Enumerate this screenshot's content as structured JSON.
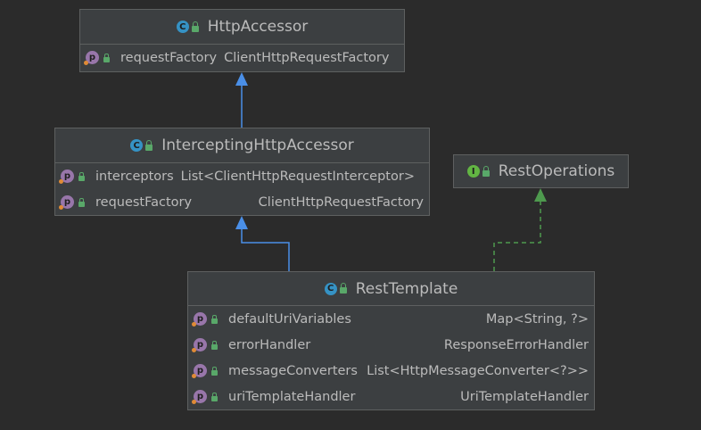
{
  "classes": [
    {
      "name": "HttpAccessor",
      "kind": "class",
      "fields": [
        {
          "name": "requestFactory",
          "type": "ClientHttpRequestFactory"
        }
      ]
    },
    {
      "name": "InterceptingHttpAccessor",
      "kind": "class",
      "fields": [
        {
          "name": "interceptors",
          "type": "List<ClientHttpRequestInterceptor>"
        },
        {
          "name": "requestFactory",
          "type": "ClientHttpRequestFactory"
        }
      ]
    },
    {
      "name": "RestOperations",
      "kind": "interface",
      "fields": []
    },
    {
      "name": "RestTemplate",
      "kind": "class",
      "fields": [
        {
          "name": "defaultUriVariables",
          "type": "Map<String, ?>"
        },
        {
          "name": "errorHandler",
          "type": "ResponseErrorHandler"
        },
        {
          "name": "messageConverters",
          "type": "List<HttpMessageConverter<?>>"
        },
        {
          "name": "uriTemplateHandler",
          "type": "UriTemplateHandler"
        }
      ]
    }
  ],
  "icons": {
    "class": "c-class-icon",
    "interface": "i-interface-icon",
    "field": "p-property-icon",
    "visibility": "lock-icon"
  },
  "icon_letters": {
    "class": "C",
    "interface": "I",
    "field": "p"
  },
  "relations": [
    {
      "from": "InterceptingHttpAccessor",
      "to": "HttpAccessor",
      "type": "extends"
    },
    {
      "from": "RestTemplate",
      "to": "InterceptingHttpAccessor",
      "type": "extends"
    },
    {
      "from": "RestTemplate",
      "to": "RestOperations",
      "type": "implements"
    }
  ],
  "colors": {
    "background": "#2b2b2b",
    "node": "#3c3f41",
    "extends_edge": "#4a8fe7",
    "implements_edge": "#4e9a4e"
  }
}
